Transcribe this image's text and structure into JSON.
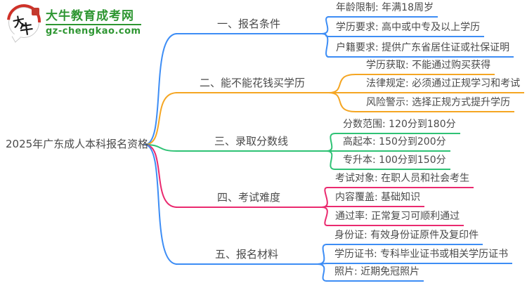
{
  "logo": {
    "bubble_char_1": "大",
    "bubble_char_2": "牛",
    "title": "大牛教育成考网",
    "domain": "gz-chengkao.com"
  },
  "root": {
    "label": "2025年广东成人本科报名资格"
  },
  "colors": {
    "blue": "#3d8df5",
    "orange": "#f5a623",
    "green": "#2fc275",
    "pink": "#ea2a6f",
    "text": "#4a4a4a",
    "logo_green": "#2e9632",
    "logo_red": "#cf3128"
  },
  "branches": [
    {
      "label": "一、报名条件",
      "color": "blue",
      "children": [
        "年龄限制: 年满18周岁",
        "学历要求: 高中或中专及以上学历",
        "户籍要求: 提供广东省居住证或社保证明"
      ]
    },
    {
      "label": "二、能不能花钱买学历",
      "color": "orange",
      "children": [
        "学历获取: 不能通过购买获得",
        "法律规定: 必须通过正规学习和考试",
        "风险警示: 选择正规方式提升学历"
      ]
    },
    {
      "label": "三、录取分数线",
      "color": "green",
      "children": [
        "分数范围: 120分到180分",
        "高起本: 150分到200分",
        "专升本: 100分到150分"
      ]
    },
    {
      "label": "四、考试难度",
      "color": "pink",
      "children": [
        "考试对象: 在职人员和社会考生",
        "内容覆盖: 基础知识",
        "通过率: 正常复习可顺利通过"
      ]
    },
    {
      "label": "五、报名材料",
      "color": "blue",
      "children": [
        "身份证: 有效身份证原件及复印件",
        "学历证书: 专科毕业证书或相关学历证书",
        "照片: 近期免冠照片"
      ]
    }
  ]
}
